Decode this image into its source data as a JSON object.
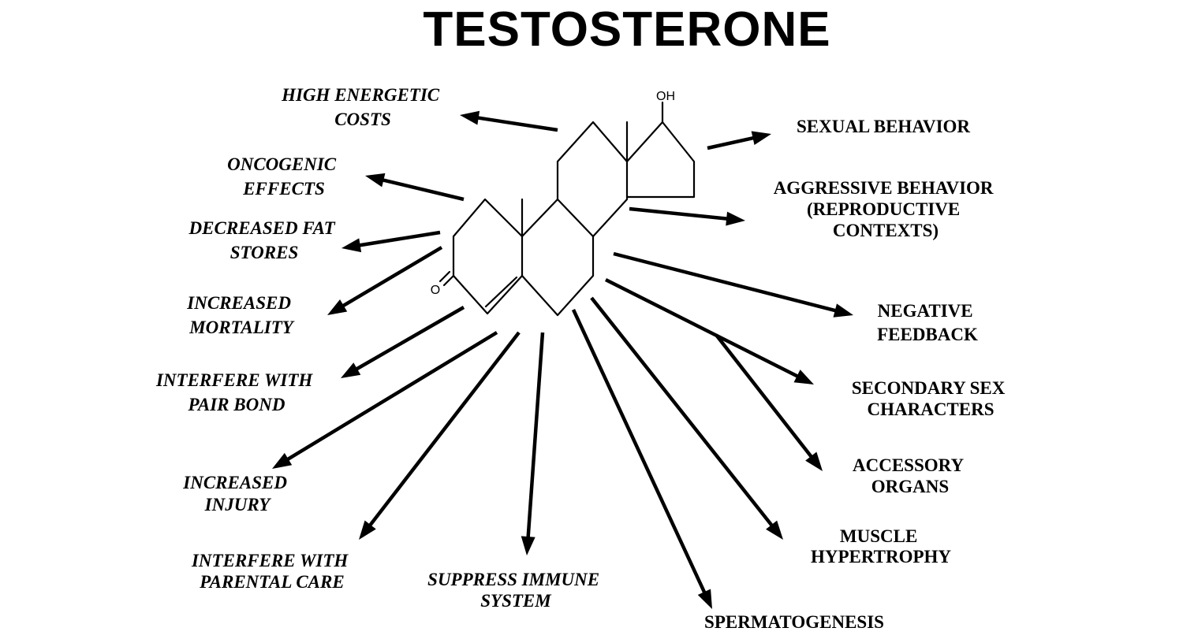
{
  "title": "TESTOSTERONE",
  "molecule": {
    "hydroxyl_label": "OH",
    "ketone_label": "O"
  },
  "negative_effects": [
    {
      "id": "high-energetic-costs",
      "lines": [
        "HIGH ENERGETIC",
        "COSTS"
      ]
    },
    {
      "id": "oncogenic-effects",
      "lines": [
        "ONCOGENIC",
        "EFFECTS"
      ]
    },
    {
      "id": "decreased-fat-stores",
      "lines": [
        "DECREASED FAT",
        "STORES"
      ]
    },
    {
      "id": "increased-mortality",
      "lines": [
        "INCREASED",
        "MORTALITY"
      ]
    },
    {
      "id": "interfere-pair-bond",
      "lines": [
        "INTERFERE WITH",
        "PAIR BOND"
      ]
    },
    {
      "id": "increased-injury",
      "lines": [
        "INCREASED",
        "INJURY"
      ]
    },
    {
      "id": "interfere-parental-care",
      "lines": [
        "INTERFERE WITH",
        "PARENTAL CARE"
      ]
    },
    {
      "id": "suppress-immune-system",
      "lines": [
        "SUPPRESS IMMUNE",
        "SYSTEM"
      ]
    }
  ],
  "positive_effects": [
    {
      "id": "sexual-behavior",
      "lines": [
        "SEXUAL BEHAVIOR"
      ]
    },
    {
      "id": "aggressive-behavior",
      "lines": [
        "AGGRESSIVE BEHAVIOR",
        "(REPRODUCTIVE",
        "CONTEXTS)"
      ]
    },
    {
      "id": "negative-feedback",
      "lines": [
        "NEGATIVE",
        "FEEDBACK"
      ]
    },
    {
      "id": "secondary-sex-characters",
      "lines": [
        "SECONDARY SEX",
        "CHARACTERS"
      ]
    },
    {
      "id": "accessory-organs",
      "lines": [
        "ACCESSORY",
        "ORGANS"
      ]
    },
    {
      "id": "muscle-hypertrophy",
      "lines": [
        "MUSCLE",
        "HYPERTROPHY"
      ]
    },
    {
      "id": "spermatogenesis",
      "lines": [
        "SPERMATOGENESIS"
      ]
    }
  ]
}
